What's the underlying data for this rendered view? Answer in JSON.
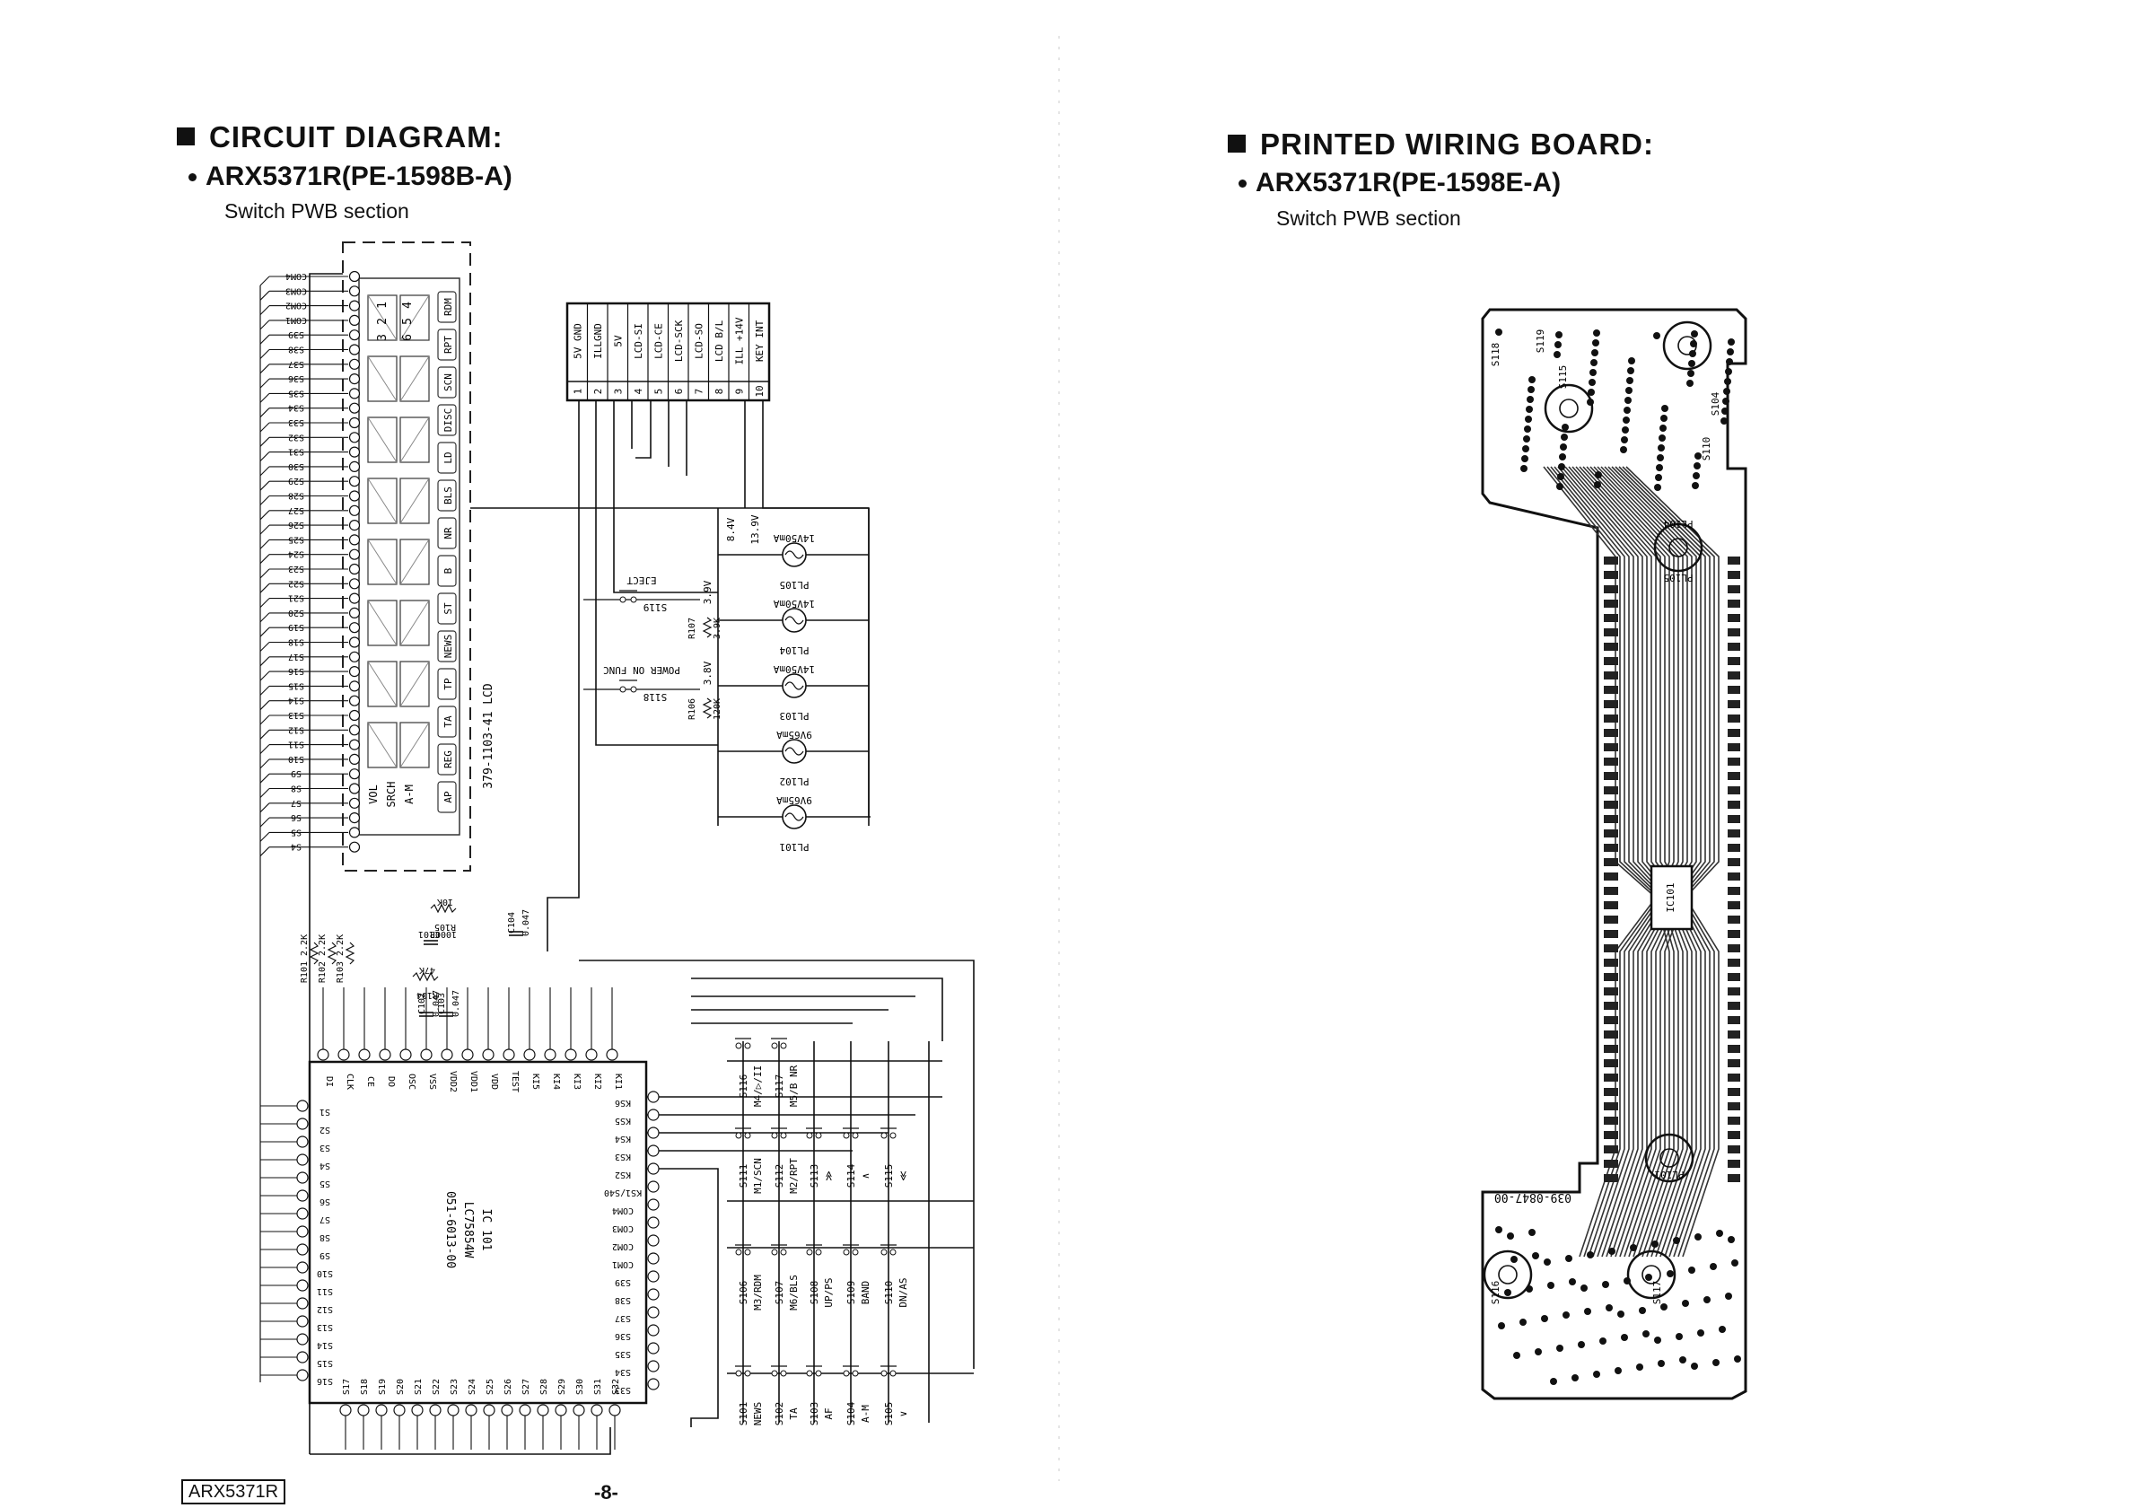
{
  "left": {
    "title": "CIRCUIT DIAGRAM:",
    "model": "ARX5371R(PE-1598B-A)",
    "section": "Switch PWB section"
  },
  "right": {
    "title": "PRINTED WIRING BOARD:",
    "model": "ARX5371R(PE-1598E-A)",
    "section": "Switch PWB section"
  },
  "footer": {
    "model_box": "ARX5371R",
    "page": "-8-"
  },
  "connector": {
    "pins": [
      "1",
      "2",
      "3",
      "4",
      "5",
      "6",
      "7",
      "8",
      "9",
      "10"
    ],
    "signals": [
      "5V GND",
      "ILLGND",
      "5V",
      "LCD-SI",
      "LCD-CE",
      "LCD-SCK",
      "LCD-SO",
      "LCD B/L",
      "ILL +14V",
      "KEY INT"
    ]
  },
  "lcd": {
    "part": "379-1103-41  LCD",
    "com_lines": [
      "COM4",
      "COM3",
      "COM2",
      "COM1"
    ],
    "seg_lines": [
      "S39",
      "S38",
      "S37",
      "S36",
      "S35",
      "S34",
      "S33",
      "S32",
      "S31",
      "S30",
      "S29",
      "S28",
      "S27",
      "S26",
      "S25",
      "S24",
      "S23",
      "S22",
      "S21",
      "S20",
      "S19",
      "S18",
      "S17",
      "S16",
      "S15",
      "S14",
      "S13",
      "S12",
      "S11",
      "S10",
      "S9",
      "S8",
      "S7",
      "S6",
      "S5",
      "S4"
    ],
    "indicators": [
      "AP",
      "REG",
      "TA",
      "TP",
      "NEWS",
      "ST",
      "B",
      "NR",
      "BLS",
      "LD",
      "DISC",
      "SCN",
      "RPT",
      "RDM"
    ],
    "digits": [
      "1",
      "2",
      "3",
      "4",
      "5",
      "6"
    ],
    "misc": [
      "VOL",
      "SRCH",
      "A-M"
    ]
  },
  "ic": {
    "ref": "IC 101",
    "part": "LC75854W",
    "number": "051-6013-00",
    "top_pins": [
      "DI",
      "CLK",
      "CE",
      "DO",
      "OSC",
      "VSS",
      "VDD2",
      "VDD1",
      "VDD",
      "TEST",
      "KI5",
      "KI4",
      "KI3",
      "KI2",
      "KI1"
    ],
    "left_pins": [
      "S1",
      "S2",
      "S3",
      "S4",
      "S5",
      "S6",
      "S7",
      "S8",
      "S9",
      "S10",
      "S11",
      "S12",
      "S13",
      "S14",
      "S15",
      "S16"
    ],
    "right_pins": [
      "KS6",
      "KS5",
      "KS4",
      "KS3",
      "KS2",
      "KS1/S40",
      "COM4",
      "COM3",
      "COM2",
      "COM1",
      "S39",
      "S38",
      "S37",
      "S36",
      "S35",
      "S34",
      "S33"
    ],
    "bottom_pins": [
      "S17",
      "S18",
      "S19",
      "S20",
      "S21",
      "S22",
      "S23",
      "S24",
      "S25",
      "S26",
      "S27",
      "S28",
      "S29",
      "S30",
      "S31",
      "S32"
    ]
  },
  "resistors": [
    {
      "ref": "R101",
      "val": "2.2K"
    },
    {
      "ref": "R102",
      "val": "2.2K"
    },
    {
      "ref": "R103",
      "val": "2.2K"
    },
    {
      "ref": "R104",
      "val": "47K"
    },
    {
      "ref": "R105",
      "val": "10K"
    },
    {
      "ref": "R106",
      "val": "120K"
    },
    {
      "ref": "R107",
      "val": "3.9K"
    }
  ],
  "capacitors": [
    {
      "ref": "C101",
      "val": "1000P"
    },
    {
      "ref": "C102",
      "val": "0.047"
    },
    {
      "ref": "C103",
      "val": "0.047"
    },
    {
      "ref": "C104",
      "val": "0.047"
    }
  ],
  "voltages": [
    "8.4V",
    "13.9V",
    "3.9V",
    "3.8V"
  ],
  "lamps": [
    {
      "ref": "PL101",
      "rating": "9V65mA"
    },
    {
      "ref": "PL102",
      "rating": "9V65mA"
    },
    {
      "ref": "PL103",
      "rating": "14V50mA"
    },
    {
      "ref": "PL104",
      "rating": "14V50mA"
    },
    {
      "ref": "PL105",
      "rating": "14V50mA"
    }
  ],
  "top_switches": [
    {
      "ref": "S119",
      "func": "EJECT"
    },
    {
      "ref": "S118",
      "func": "POWER ON FUNC"
    }
  ],
  "matrix_switches": [
    {
      "ref": "S116",
      "func": "M4/▷/II"
    },
    {
      "ref": "S117",
      "func": "M5/B NR"
    },
    {
      "ref": "S111",
      "func": "M1/SCN"
    },
    {
      "ref": "S112",
      "func": "M2/RPT"
    },
    {
      "ref": "S113",
      "func": "≫"
    },
    {
      "ref": "S114",
      "func": "∧"
    },
    {
      "ref": "S115",
      "func": "≪"
    },
    {
      "ref": "S106",
      "func": "M3/RDM"
    },
    {
      "ref": "S107",
      "func": "M6/BLS"
    },
    {
      "ref": "S108",
      "func": "UP/PS"
    },
    {
      "ref": "S109",
      "func": "BAND"
    },
    {
      "ref": "S110",
      "func": "DN/AS"
    },
    {
      "ref": "S101",
      "func": "NEWS"
    },
    {
      "ref": "S102",
      "func": "TA"
    },
    {
      "ref": "S103",
      "func": "AF"
    },
    {
      "ref": "S104",
      "func": "A-M"
    },
    {
      "ref": "S105",
      "func": "∨"
    }
  ],
  "pwb": {
    "code": "039-0847-00",
    "labels": [
      "S118",
      "S119",
      "S104",
      "S110",
      "S115",
      "PL105",
      "PL104",
      "PL101",
      "IC101",
      "S116",
      "S117"
    ]
  }
}
